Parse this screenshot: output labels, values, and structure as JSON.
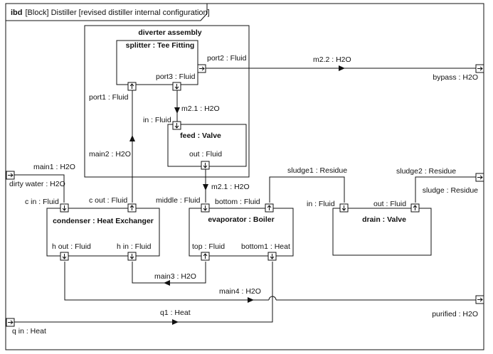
{
  "header": {
    "kind": "ibd",
    "title": "[Block] Distiller [revised distiller internal configuration]"
  },
  "parts": {
    "diverter": "diverter assembly",
    "splitter": "splitter : Tee Fitting",
    "feed": "feed : Valve",
    "condenser": "condenser : Heat Exchanger",
    "evaporator": "evaporator : Boiler",
    "drain": "drain : Valve"
  },
  "ports": {
    "port2": "port2 : Fluid",
    "port3": "port3 : Fluid",
    "port1": "port1 : Fluid",
    "feed_in": "in : Fluid",
    "feed_out": "out : Fluid",
    "cin": "c in : Fluid",
    "cout": "c out : Fluid",
    "hout": "h out : Fluid",
    "hin": "h in : Fluid",
    "middle": "middle : Fluid",
    "bottom": "bottom : Fluid",
    "top": "top : Fluid",
    "bottom1": "bottom1 : Heat",
    "drain_in": "in : Fluid",
    "drain_out": "out : Fluid",
    "dirty_water": "dirty water : H2O",
    "bypass": "bypass : H2O",
    "sludge": "sludge : Residue",
    "purified": "purified : H2O",
    "q_in": "q in : Heat"
  },
  "flows": {
    "m22": "m2.2 : H2O",
    "m21a": "m2.1 : H2O",
    "main2": "main2 : H2O",
    "m21b": "m2.1 : H2O",
    "main1": "main1 : H2O",
    "sludge1": "sludge1 : Residue",
    "sludge2": "sludge2 : Residue",
    "main3": "main3 : H2O",
    "main4": "main4 : H2O",
    "q1": "q1 : Heat"
  }
}
